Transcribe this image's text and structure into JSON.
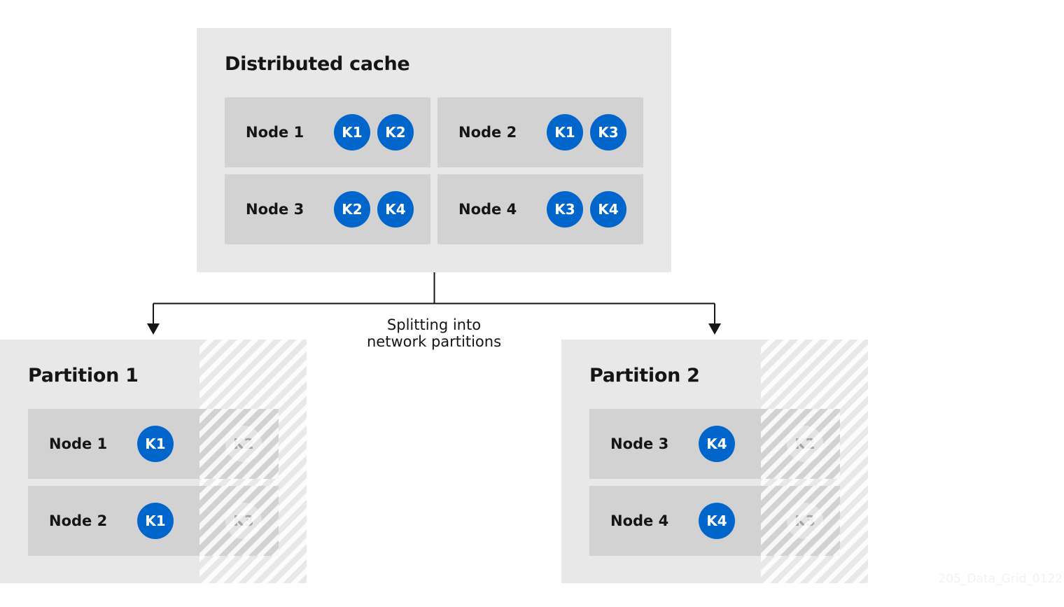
{
  "cache": {
    "title": "Distributed cache",
    "nodes": [
      {
        "label": "Node 1",
        "keys": [
          "K1",
          "K2"
        ]
      },
      {
        "label": "Node 2",
        "keys": [
          "K1",
          "K3"
        ]
      },
      {
        "label": "Node 3",
        "keys": [
          "K2",
          "K4"
        ]
      },
      {
        "label": "Node 4",
        "keys": [
          "K3",
          "K4"
        ]
      }
    ]
  },
  "caption": {
    "line1": "Splitting into",
    "line2": "network partitions"
  },
  "partition1": {
    "title": "Partition 1",
    "nodes": [
      {
        "label": "Node 1",
        "key": "K1",
        "lost_key": "K2"
      },
      {
        "label": "Node 2",
        "key": "K1",
        "lost_key": "K3"
      }
    ]
  },
  "partition2": {
    "title": "Partition 2",
    "nodes": [
      {
        "label": "Node 3",
        "key": "K4",
        "lost_key": "K2"
      },
      {
        "label": "Node 4",
        "key": "K4",
        "lost_key": "K3"
      }
    ]
  },
  "watermark": "205_Data_Grid_0122",
  "colors": {
    "key_active": "#0066cc",
    "key_lost": "#e3e3e3",
    "panel": "#e8e8e8",
    "node": "#d2d2d2"
  }
}
